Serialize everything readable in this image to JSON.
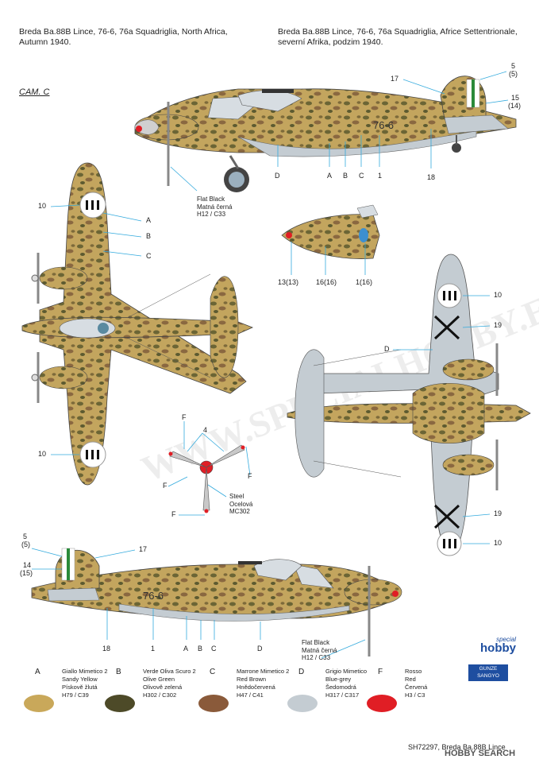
{
  "header": {
    "caption_en_line1": "Breda Ba.88B Lince, 76-6, 76a Squadriglia, North Africa,",
    "caption_en_line2": "Autumn 1940.",
    "caption_cz_line1": "Breda Ba.88B Lince, 76-6, 76a Squadriglia, Africe Settentrionale,",
    "caption_cz_line2": "severní Afrika, podzim 1940."
  },
  "camo_label": "CAM. C",
  "watermark": "WWW.SPECIALHOBBY.EU",
  "aircraft_code": "76-6",
  "callouts": {
    "top_side": [
      "17",
      "5",
      "(5)",
      "15",
      "(14)",
      "D",
      "A",
      "B",
      "C",
      "1",
      "18"
    ],
    "flat_black_top": [
      "Flat Black",
      "Matná černá",
      "H12 / C33"
    ],
    "plan_top": [
      "10",
      "A",
      "B",
      "C",
      "10"
    ],
    "nose": [
      "13(13)",
      "16(16)",
      "1(16)"
    ],
    "plan_bottom": [
      "10",
      "19",
      "D",
      "19",
      "10"
    ],
    "prop": [
      "4",
      "F",
      "F",
      "F",
      "F"
    ],
    "steel": [
      "Steel",
      "Ocelová",
      "MC302"
    ],
    "bottom_side": [
      "5",
      "(5)",
      "14",
      "(15)",
      "17",
      "18",
      "1",
      "A",
      "B",
      "C",
      "D"
    ],
    "flat_black_bottom": [
      "Flat Black",
      "Matná černá",
      "H12 / C33"
    ]
  },
  "legend": [
    {
      "letter": "A",
      "lines": [
        "Giallo Mimetico 2",
        "Sandy Yellow",
        "Pískově žlutá",
        "H79 / C39"
      ],
      "color": "#c9a85a"
    },
    {
      "letter": "B",
      "lines": [
        "Verde Oliva Scuro 2",
        "Olive Green",
        "Olivově zelená",
        "H302 / C302"
      ],
      "color": "#4d4a28"
    },
    {
      "letter": "C",
      "lines": [
        "Marrone Mimetico 2",
        "Red Brown",
        "Hnědočervená",
        "H47 / C41"
      ],
      "color": "#8a5a3a"
    },
    {
      "letter": "D",
      "lines": [
        "Grigio Mimetico",
        "Blue-grey",
        "Šedomodrá",
        "H317 / C317"
      ],
      "color": "#c4ccd2"
    },
    {
      "letter": "F",
      "lines": [
        "Rosso",
        "Red",
        "Červená",
        "H3 / C3"
      ],
      "color": "#e01e25"
    }
  ],
  "brand": {
    "top": "special",
    "bottom": "hobby",
    "gunze_1": "GUNZE",
    "gunze_2": "SANGYO"
  },
  "footer": {
    "code": "SH72297, Breda Ba.88B Lince",
    "search": "HOBBY SEARCH"
  },
  "colors": {
    "sand": "#c9a85a",
    "olive": "#5a5a30",
    "brown": "#8a6840",
    "grey": "#c4ccd2",
    "red": "#e01e25",
    "callout": "#33aadd"
  }
}
